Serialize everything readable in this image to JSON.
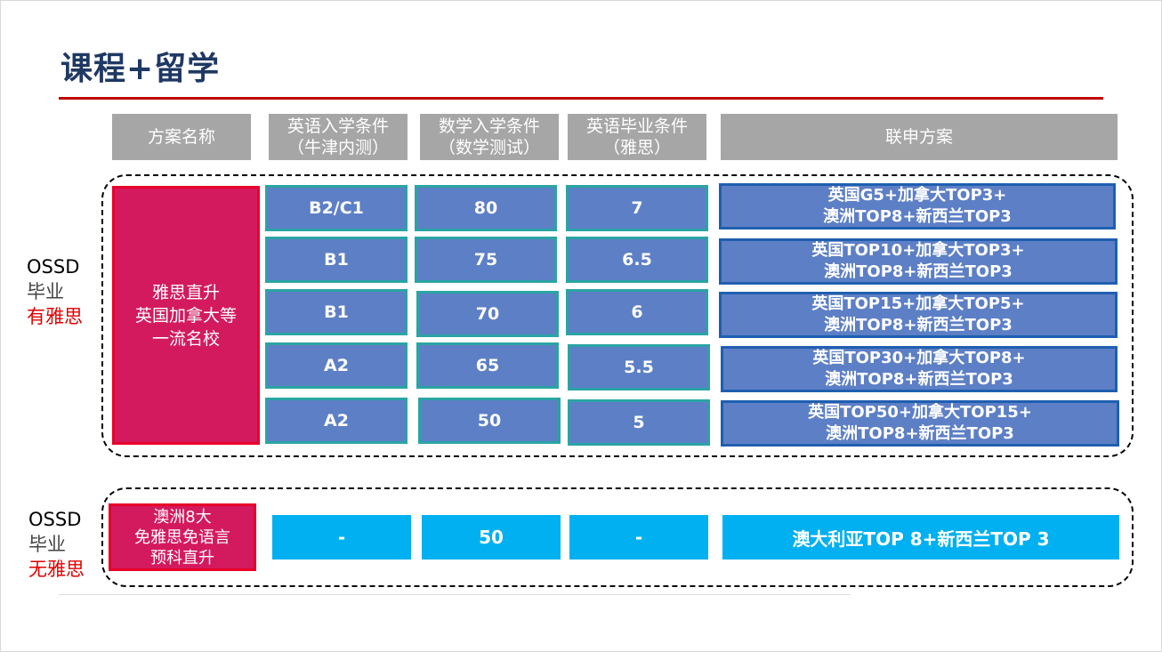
{
  "title": "课程+留学",
  "headers": [
    "方案名称",
    "英语入学条件\n（牛津内测）",
    "数学入学条件\n（数学测试）",
    "英语毕业条件\n（雅思）",
    "联申方案"
  ],
  "group1": {
    "label_line1": "OSSD",
    "label_line2": "毕业",
    "label_line3": "有雅思",
    "program": "雅思直升\n英国加拿大等\n一流名校",
    "rows": [
      {
        "english": "B2/C1",
        "math": "80",
        "ielts": "7",
        "plan": "英国G5+加拿大TOP3+\n澳洲TOP8+新西兰TOP3"
      },
      {
        "english": "B1",
        "math": "75",
        "ielts": "6.5",
        "plan": "英国TOP10+加拿大TOP3+\n澳洲TOP8+新西兰TOP3"
      },
      {
        "english": "B1",
        "math": "70",
        "ielts": "6",
        "plan": "英国TOP15+加拿大TOP5+\n澳洲TOP8+新西兰TOP3"
      },
      {
        "english": "A2",
        "math": "65",
        "ielts": "5.5",
        "plan": "英国TOP30+加拿大TOP8+\n澳洲TOP8+新西兰TOP3"
      },
      {
        "english": "A2",
        "math": "50",
        "ielts": "5",
        "plan": "英国TOP50+加拿大TOP15+\n澳洲TOP8+新西兰TOP3"
      }
    ]
  },
  "group2": {
    "label_line1": "OSSD",
    "label_line2": "毕业",
    "label_line3": "无雅思",
    "program": "澳洲8大\n免雅思免语言\n预科直升",
    "english": "-",
    "math": "50",
    "ielts": "-",
    "plan": "澳大利亚TOP 8+新西兰TOP 3"
  },
  "colors": {
    "title": "#1f3864",
    "rule": "#c00000",
    "header_bg": "#a6a6a6",
    "program_bg": "#d41a5e",
    "cell_bg": "#5d7fc6",
    "cyan_bg": "#00b0f0",
    "red_text": "#e00000"
  }
}
